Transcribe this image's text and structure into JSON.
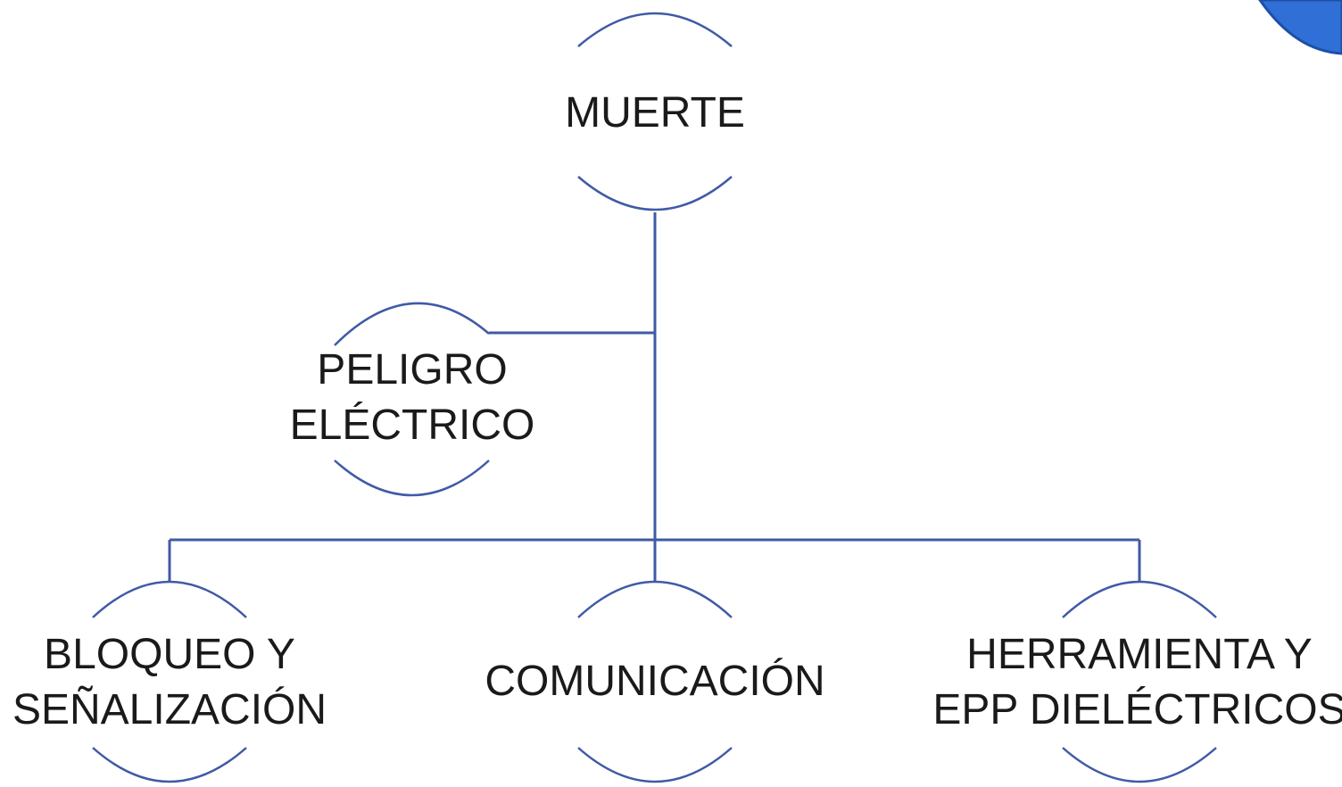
{
  "colors": {
    "connector": "#3f5aa6",
    "arc": "#3f5aa6",
    "text": "#1a1a1a",
    "accent_blob": "#2f6fd6"
  },
  "nodes": {
    "root": {
      "lines": [
        "MUERTE"
      ]
    },
    "assistant": {
      "lines": [
        "PELIGRO",
        "ELÉCTRICO"
      ]
    },
    "child_1": {
      "lines": [
        "BLOQUEO Y",
        "SEÑALIZACIÓN"
      ]
    },
    "child_2": {
      "lines": [
        "COMUNICACIÓN"
      ]
    },
    "child_3": {
      "lines": [
        "HERRAMIENTA Y",
        "EPP DIELÉCTRICOS"
      ]
    }
  }
}
